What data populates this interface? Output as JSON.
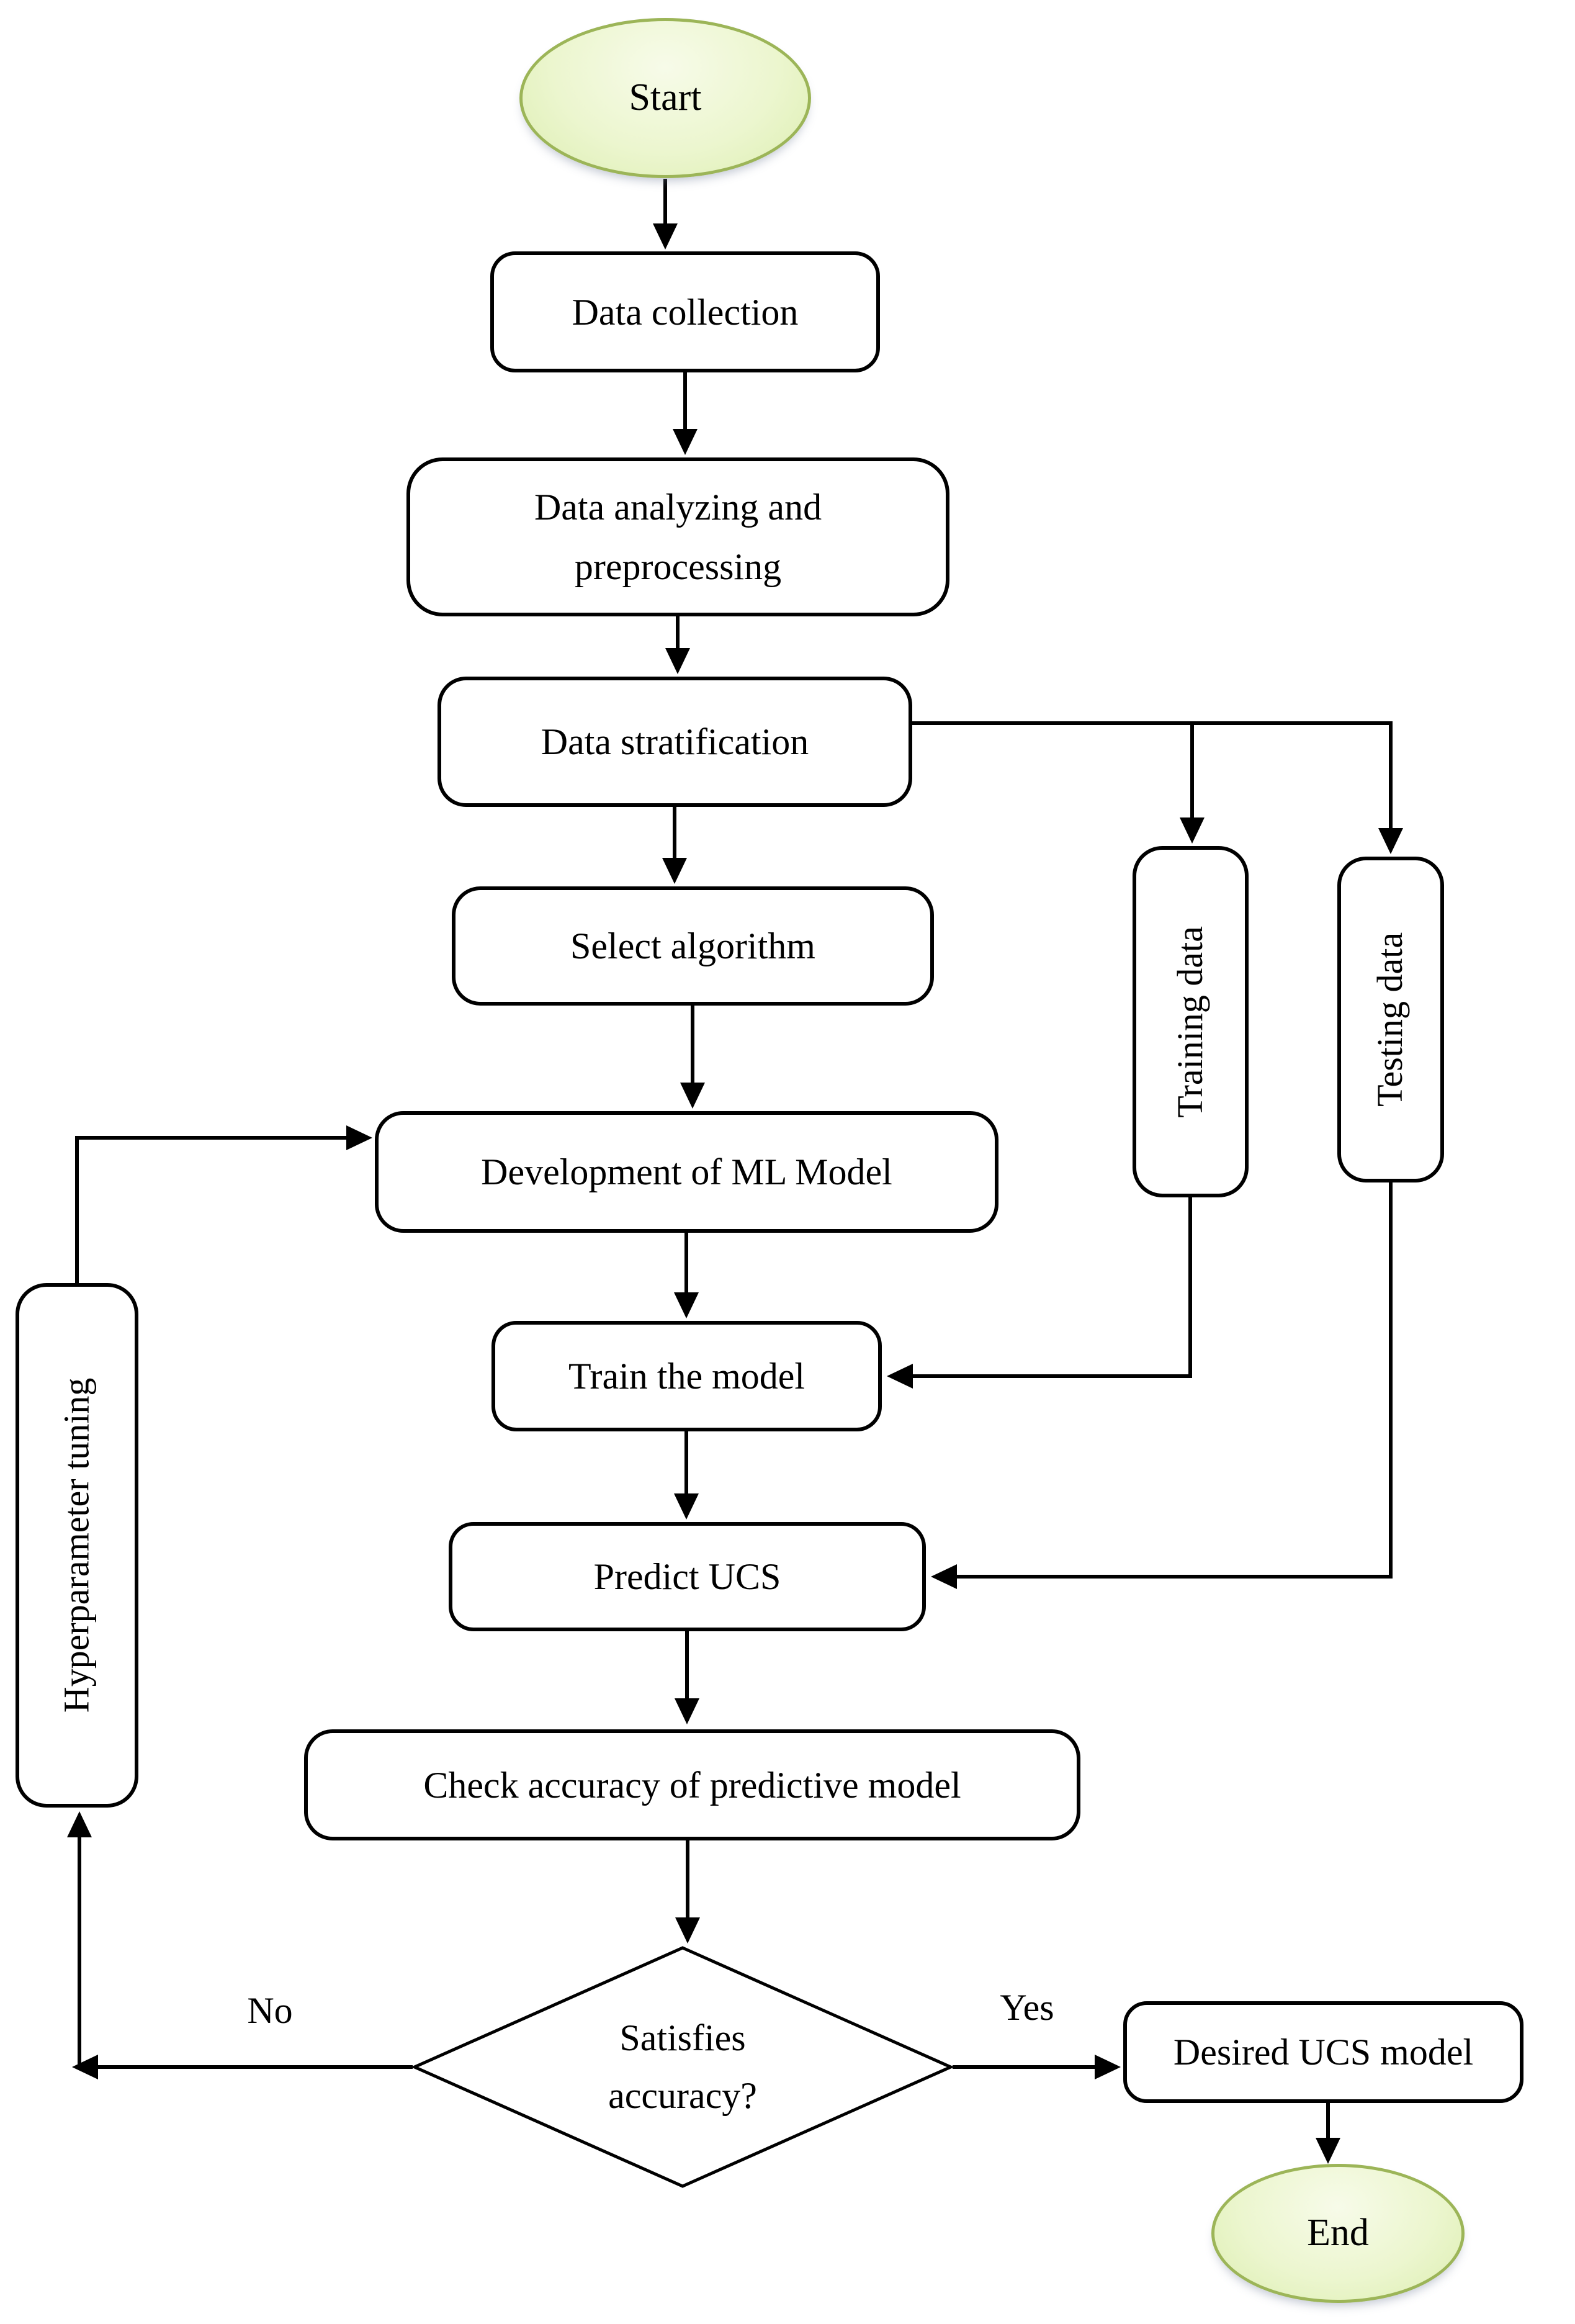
{
  "title": "Machine learning UCS prediction workflow flowchart",
  "nodes": {
    "start": {
      "label": "Start",
      "shape": "ellipse"
    },
    "data_collection": {
      "label": "Data collection",
      "shape": "rounded-rect"
    },
    "data_analyzing": {
      "label": "Data analyzing and preprocessing",
      "shape": "rounded-rect"
    },
    "data_stratification": {
      "label": "Data stratification",
      "shape": "rounded-rect"
    },
    "select_algorithm": {
      "label": "Select algorithm",
      "shape": "rounded-rect"
    },
    "development": {
      "label": "Development of ML Model",
      "shape": "rounded-rect"
    },
    "train_model": {
      "label": "Train the model",
      "shape": "rounded-rect"
    },
    "predict_ucs": {
      "label": "Predict UCS",
      "shape": "rounded-rect"
    },
    "check_accuracy": {
      "label": "Check accuracy of predictive model",
      "shape": "rounded-rect"
    },
    "decision": {
      "line1": "Satisfies",
      "line2": "accuracy?",
      "shape": "diamond"
    },
    "desired_model": {
      "label": "Desired UCS model",
      "shape": "rounded-rect"
    },
    "end": {
      "label": "End",
      "shape": "ellipse"
    },
    "hyperparameter": {
      "label": "Hyperparameter tuning",
      "shape": "rounded-rect-vertical"
    },
    "training_data": {
      "label": "Training data",
      "shape": "rounded-rect-vertical"
    },
    "testing_data": {
      "label": "Testing data",
      "shape": "rounded-rect-vertical"
    }
  },
  "edge_labels": {
    "no": "No",
    "yes": "Yes"
  },
  "colors": {
    "background": "#ffffff",
    "box_fill": "#ffffff",
    "box_border": "#000000",
    "line": "#000000",
    "terminal_fill_light": "#f7fbe9",
    "terminal_fill_dark": "#dceeb0",
    "terminal_border": "#9cb558",
    "text": "#000000"
  }
}
